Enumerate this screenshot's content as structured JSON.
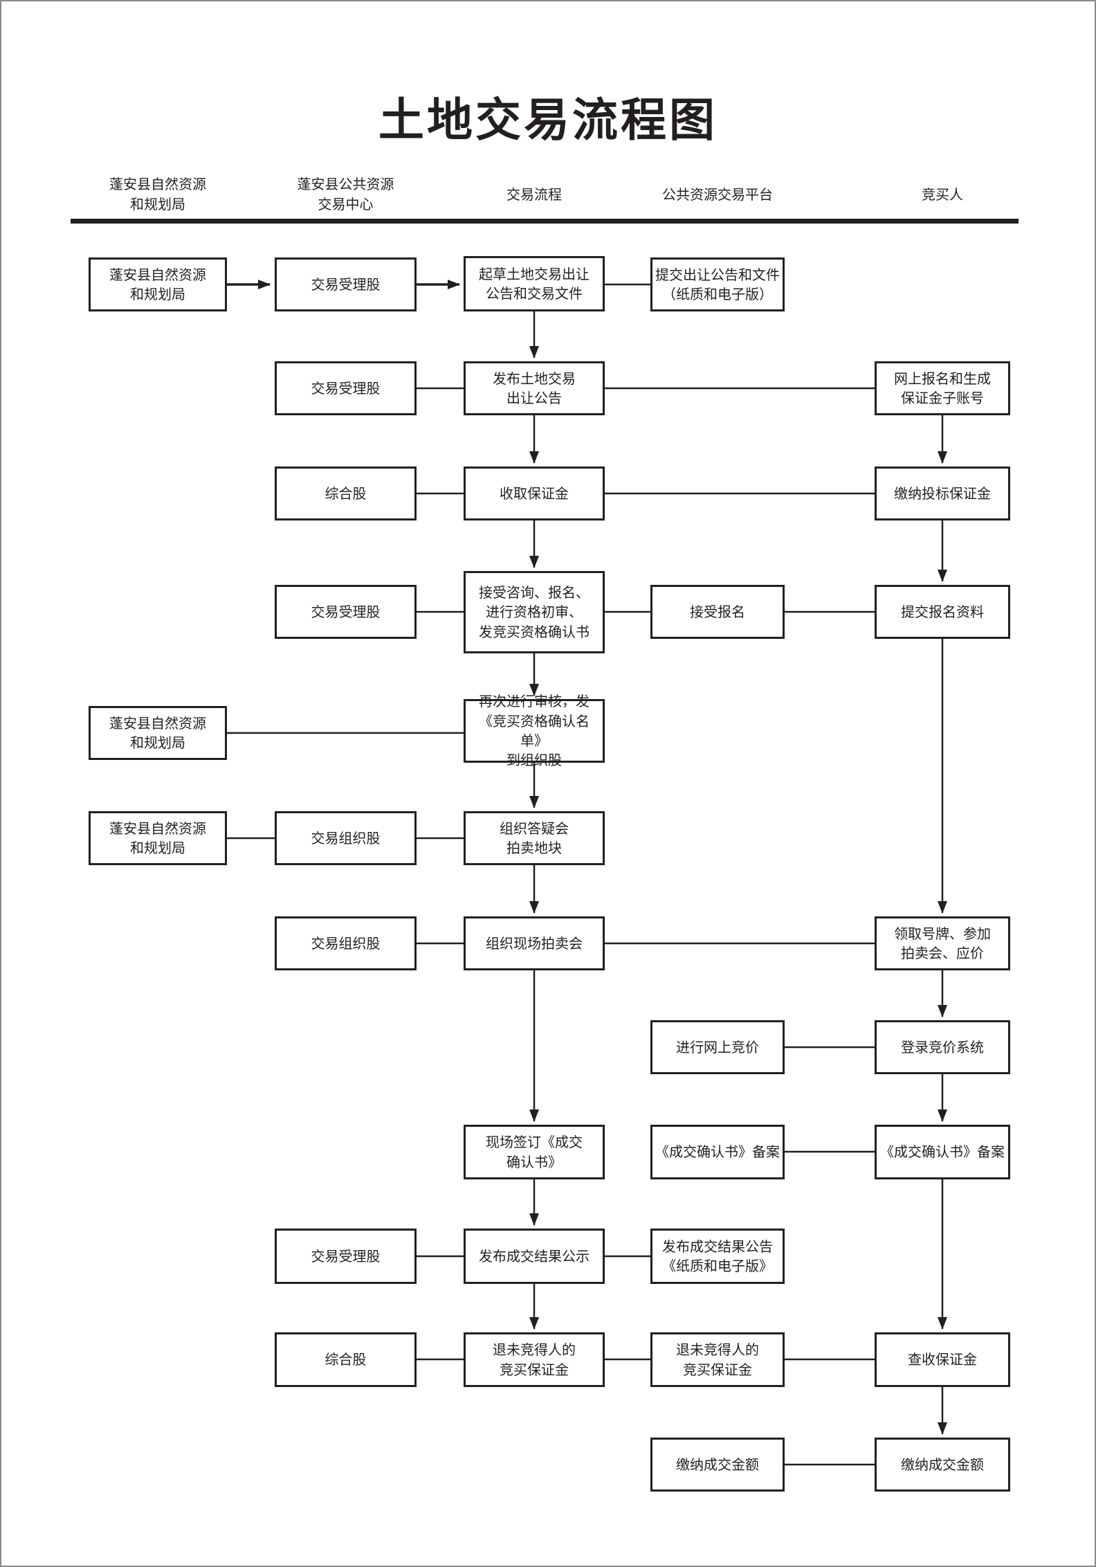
{
  "page": {
    "title": "土地交易流程图",
    "ink_color": "#231f20",
    "background_color": "#ffffff"
  },
  "columns": [
    "蓬安县自然资源\n和规划局",
    "蓬安县公共资源\n交易中心",
    "交易流程",
    "公共资源交易平台",
    "竞买人"
  ],
  "nodes": {
    "planning_bureau_1": "蓬安县自然资源\n和规划局",
    "acceptance_dept_1": "交易受理股",
    "draft_docs": "起草土地交易出让\n公告和交易文件",
    "submit_docs": "提交出让公告和文件\n（纸质和电子版）",
    "acceptance_dept_2": "交易受理股",
    "publish_announcement": "发布土地交易\n出让公告",
    "online_signup": "网上报名和生成\n保证金子账号",
    "general_dept_1": "综合股",
    "collect_deposit": "收取保证金",
    "pay_deposit": "缴纳投标保证金",
    "acceptance_dept_3": "交易受理股",
    "accept_consult": "接受咨询、报名、\n进行资格初审、\n发竞买资格确认书",
    "accept_signup": "接受报名",
    "submit_signup_info": "提交报名资料",
    "planning_bureau_2": "蓬安县自然资源\n和规划局",
    "recheck": "再次进行审核，发\n《竞买资格确认名单》\n到组织股",
    "planning_bureau_3": "蓬安县自然资源\n和规划局",
    "organize_dept_1": "交易组织股",
    "qa_meeting": "组织答疑会\n拍卖地块",
    "organize_dept_2": "交易组织股",
    "onsite_auction": "组织现场拍卖会",
    "get_number": "领取号牌、参加\n拍卖会、应价",
    "online_bidding": "进行网上竞价",
    "login_bidding": "登录竞价系统",
    "sign_confirmation": "现场签订《成交\n确认书》",
    "confirmation_record_platform": "《成交确认书》备案",
    "confirmation_record_bidder": "《成交确认书》备案",
    "acceptance_dept_4": "交易受理股",
    "publish_result": "发布成交结果公示",
    "publish_result_announcement": "发布成交结果公告\n《纸质和电子版》",
    "general_dept_2": "综合股",
    "refund_deposit_center": "退未竞得人的\n竞买保证金",
    "refund_deposit_platform": "退未竞得人的\n竞买保证金",
    "check_deposit": "查收保证金",
    "pay_amount_platform": "缴纳成交金额",
    "pay_amount_bidder": "缴纳成交金额"
  }
}
